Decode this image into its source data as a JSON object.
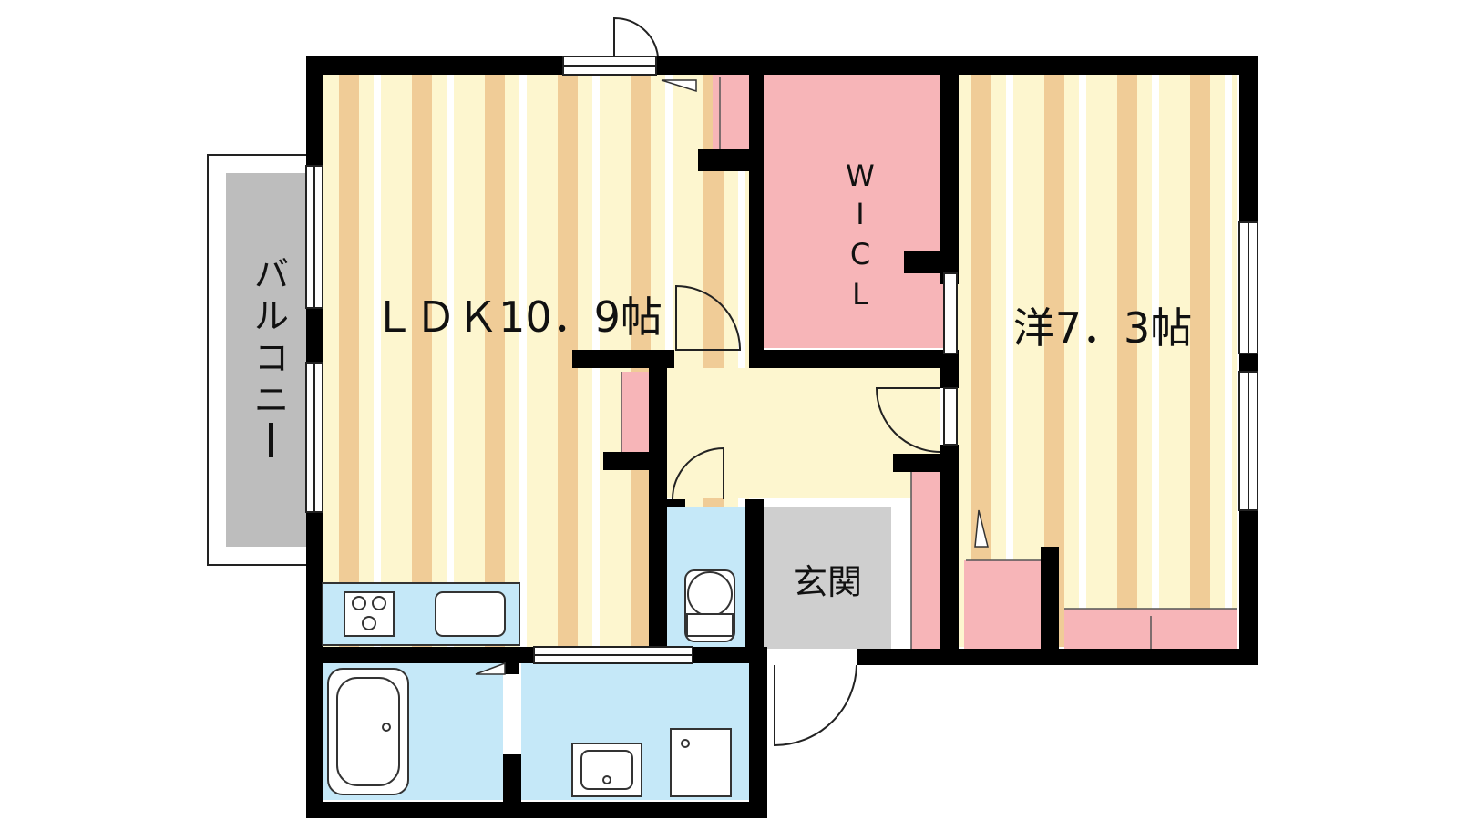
{
  "floor_plan": {
    "rooms": {
      "ldk": {
        "label": "ＬＤＫ10．9帖"
      },
      "western_room": {
        "label": "洋7．3帖"
      },
      "wic": {
        "label_chars": [
          "W",
          "I",
          "C",
          "L"
        ]
      },
      "entrance": {
        "label": "玄関"
      },
      "balcony": {
        "label_chars": [
          "バ",
          "ル",
          "コ",
          "ニ",
          "ー"
        ]
      }
    },
    "colors": {
      "wall": "#000000",
      "wood_stripe_light": "#fdf6cf",
      "wood_stripe_dark": "#f0cc97",
      "storage_pink": "#f7b5b8",
      "wet_area_blue": "#c5e8f8",
      "entrance_gray": "#cfcfcf",
      "balcony_gray": "#bdbdbd",
      "hall_yellow": "#fdf6cf"
    }
  }
}
